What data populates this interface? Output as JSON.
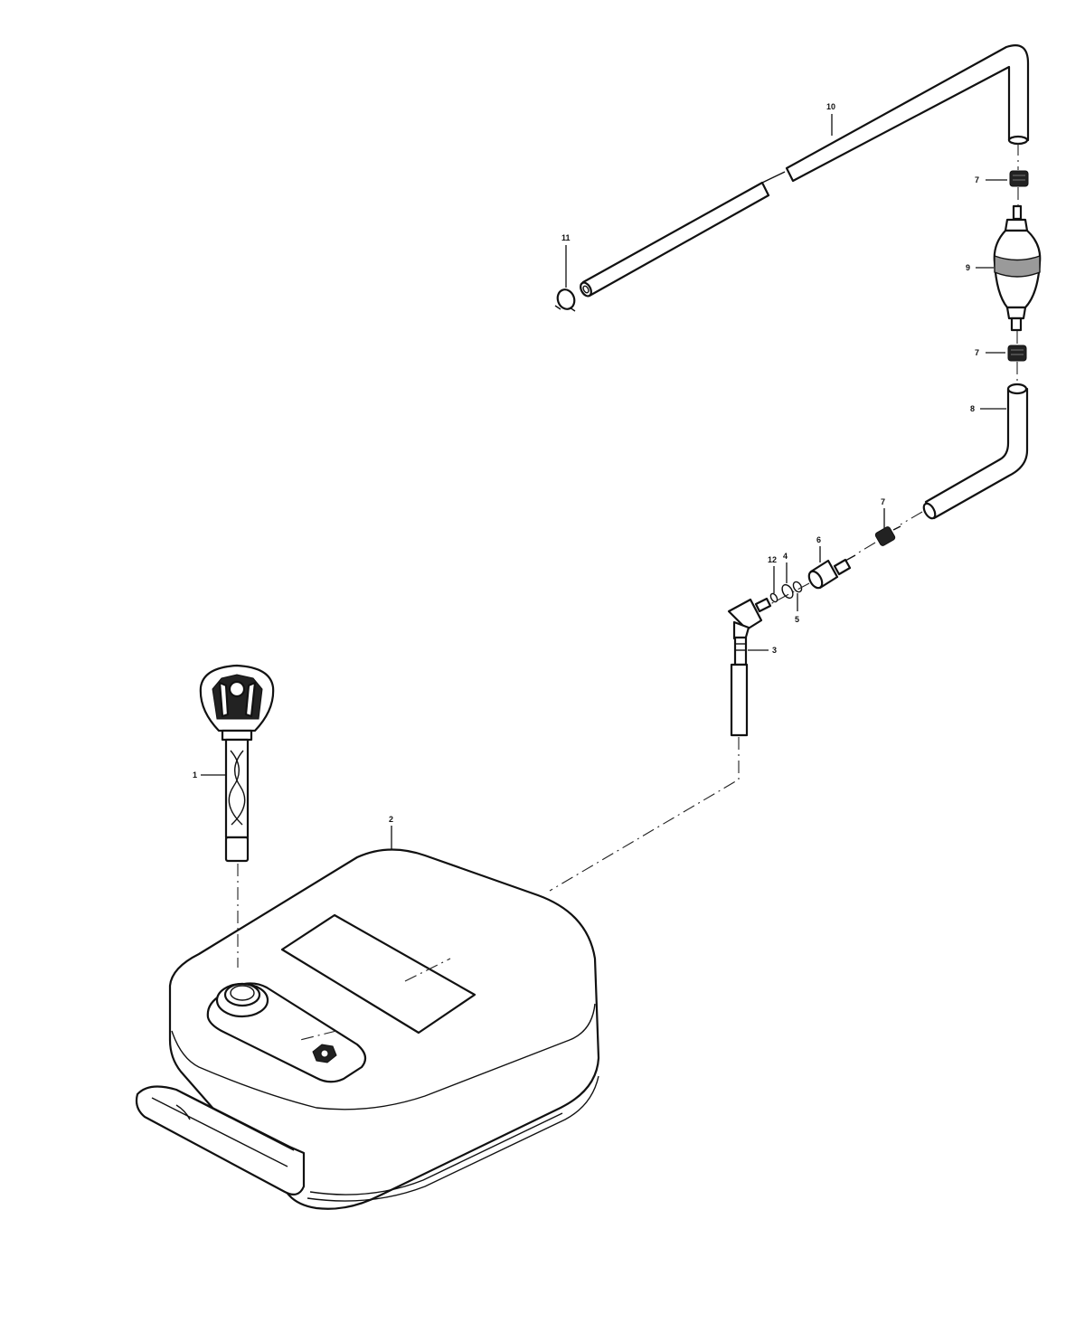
{
  "diagram": {
    "callouts": {
      "p1": "1",
      "p2": "2",
      "p3": "3",
      "p4": "4",
      "p5": "5",
      "p6": "6",
      "p7a": "7",
      "p7b": "7",
      "p7c": "7",
      "p8": "8",
      "p9": "9",
      "p10": "10",
      "p11": "11",
      "p12": "12"
    }
  }
}
